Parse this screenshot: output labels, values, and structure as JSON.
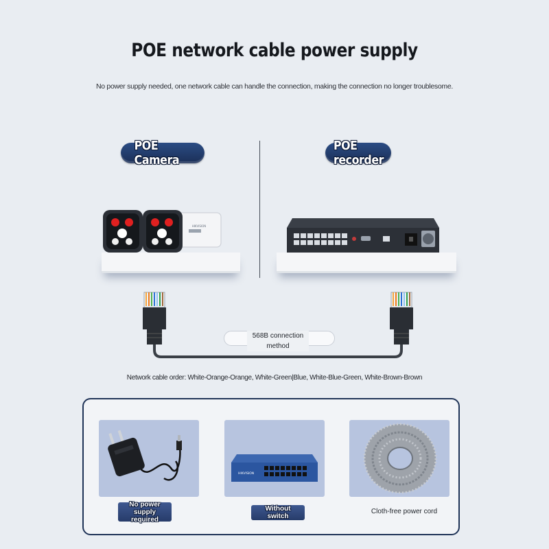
{
  "header": {
    "title": "POE network cable power supply",
    "subtitle": "No power supply needed, one network cable can handle the connection, making the connection no longer troublesome."
  },
  "left_section": {
    "label": "POE Camera",
    "device_brand": "HIKVISION"
  },
  "right_section": {
    "label": "POE recorder"
  },
  "connection": {
    "method_label": "568B connection method",
    "cable_order": "Network cable order: White-Orange-Orange, White-Green|Blue, White-Blue-Green, White-Brown-Brown"
  },
  "features": [
    {
      "label": "No power supply required",
      "icon": "power-adapter-icon"
    },
    {
      "label": "Without switch",
      "icon": "network-switch-icon",
      "brand": "HIKVISION"
    },
    {
      "label": "Cloth-free power cord",
      "icon": "cable-coil-icon"
    }
  ],
  "colors": {
    "accent_navy": "#1f3357",
    "pill_blue": "#2b4c84",
    "card_blue": "#b7c4df",
    "camera_red": "#e02020"
  }
}
